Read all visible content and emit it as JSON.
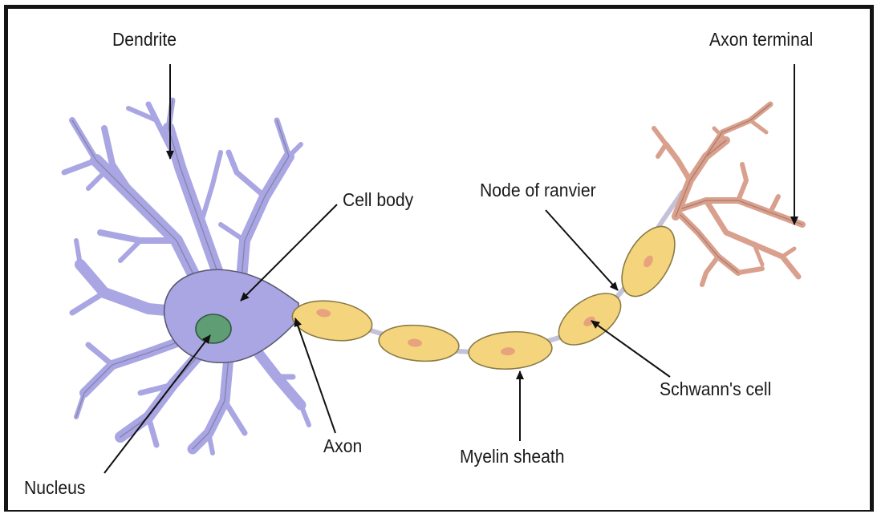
{
  "labels": {
    "dendrite": "Dendrite",
    "axon_terminal": "Axon terminal",
    "cell_body": "Cell body",
    "node_of_ranvier": "Node of ranvier",
    "schwanns_cell": "Schwann's cell",
    "myelin_sheath": "Myelin sheath",
    "axon": "Axon",
    "nucleus": "Nucleus"
  },
  "colors": {
    "cell_body_fill": "#a9a6e3",
    "outline": "#5a5872",
    "nucleus_fill": "#5f9e74",
    "myelin_fill": "#f4d57e",
    "myelin_outline": "#8a7a44",
    "schwann_nucleus": "#e8a37e",
    "terminal_fill": "#d9a08d",
    "terminal_outline": "#8c6055",
    "text": "#1a1a1a"
  }
}
